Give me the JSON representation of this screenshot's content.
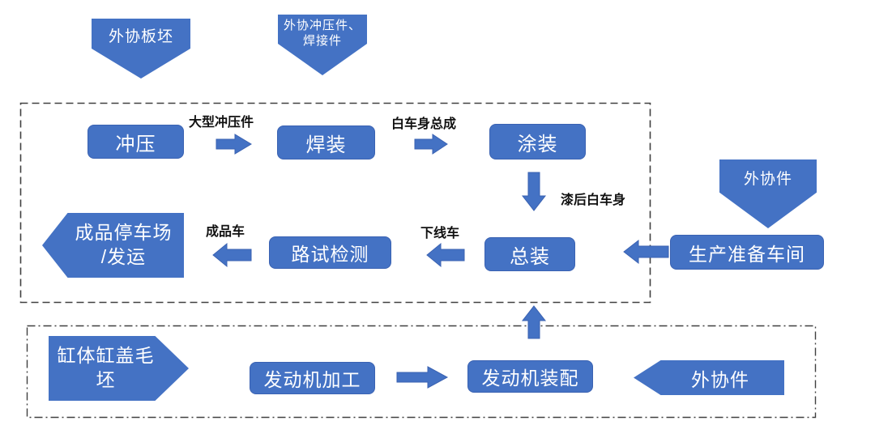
{
  "colors": {
    "shape_fill": "#4472C4",
    "shape_border": "#3A62B2",
    "boundary_stroke": "#404040",
    "flow_label_text": "#111111",
    "shape_text": "#FFFFFF"
  },
  "icons": {
    "block_arrow_right": "block-arrow-right-icon",
    "block_arrow_left": "block-arrow-left-icon",
    "block_arrow_up": "block-arrow-up-icon",
    "block_arrow_down": "block-arrow-down-icon"
  },
  "external_inputs": {
    "slab": "外协板坯",
    "outsourced_stamping_line1": "外协冲压件、",
    "outsourced_stamping_line2": "焊接件",
    "outsourced_parts_vehicle": "外协件",
    "outsourced_parts_engine": "外协件"
  },
  "vehicle_plant": {
    "stamping": "冲压",
    "welding": "焊装",
    "painting": "涂装",
    "final_assembly": "总装",
    "road_test": "路试检测",
    "prep_workshop": "生产准备车间",
    "finished_yard_line1": "成品停车场",
    "finished_yard_line2": "/发运"
  },
  "engine_plant": {
    "blank_line1": "缸体缸盖毛",
    "blank_line2": "坯",
    "machining": "发动机加工",
    "assembly": "发动机装配"
  },
  "flow_labels": {
    "large_stampings": "大型冲压件",
    "body_in_white": "白车身总成",
    "painted_body": "漆后白车身",
    "finished_car": "成品车",
    "offline_car": "下线车"
  }
}
